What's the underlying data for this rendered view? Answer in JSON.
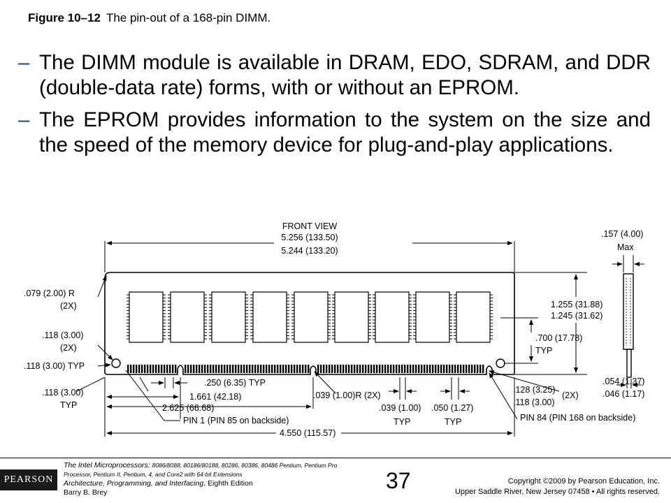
{
  "figure": {
    "label": "Figure 10–12",
    "caption": "The pin-out of a 168-pin DIMM."
  },
  "bullets": [
    {
      "marker": "–",
      "text": "The DIMM module is available in DRAM, EDO, SDRAM, and DDR (double-data rate) forms, with or without an EPROM."
    },
    {
      "marker": "–",
      "text": "The EPROM provides information to the system on the size and the speed of the memory device for plug-and-play applications."
    }
  ],
  "diagram": {
    "front_view": "FRONT VIEW",
    "width_max": "5.256 (133.50)",
    "width_min": "5.244 (133.20)",
    "corner_radius": ".079 (2.00) R",
    "corner_radius_qty": "(2X)",
    "hole_diameter": ".118 (3.00)",
    "hole_qty": "(2X)",
    "hole_offset": ".118 (3.00) TYP",
    "edge_offset": ".118 (3.00)",
    "edge_offset_typ": "TYP",
    "pin_pitch": ".250 (6.35) TYP",
    "key1_distance": "1.661 (42.18)",
    "key2_distance": "2.625 (66.68)",
    "pin1": "PIN 1 (PIN 85 on backside)",
    "total_length": "4.550 (115.57)",
    "notch_radius": ".039 (1.00)R (2X)",
    "pin_width": ".039 (1.00)",
    "pin_width_typ": "TYP",
    "pin_spacing": ".050 (1.27)",
    "pin_spacing_typ": "TYP",
    "notch_width": ".128 (3.25)",
    "notch_width_qty": "(2X)",
    "notch_offset": ".118 (3.00)",
    "pin84": "PIN 84 (PIN 168 on backside)",
    "height_max": "1.255 (31.88)",
    "height_min": "1.245 (31.62)",
    "hole_height": ".700 (17.78)",
    "hole_height_typ": "TYP",
    "thickness": ".157 (4.00)",
    "thickness_max": "Max",
    "pcb_thickness_max": ".054 (1.37)",
    "pcb_thickness_min": ".046 (1.17)"
  },
  "footer": {
    "logo": "PEARSON",
    "book_title": "The Intel Microprocessors:",
    "book_cpus": "8086/8088, 80186/80188, 80286, 80386, 80486 Pentium, Pentium Pro Processor, Pentium II, Pentium, 4, and Core2 with 64-bit Extensions",
    "book_subtitle": "Architecture, Programming, and Interfacing",
    "edition": ", Eighth Edition",
    "author": "Barry B. Brey",
    "page_number": "37",
    "copyright_line1": "Copyright ©2009 by Pearson Education, Inc.",
    "copyright_line2": "Upper Saddle River, New Jersey 07458 • All rights reserved."
  }
}
